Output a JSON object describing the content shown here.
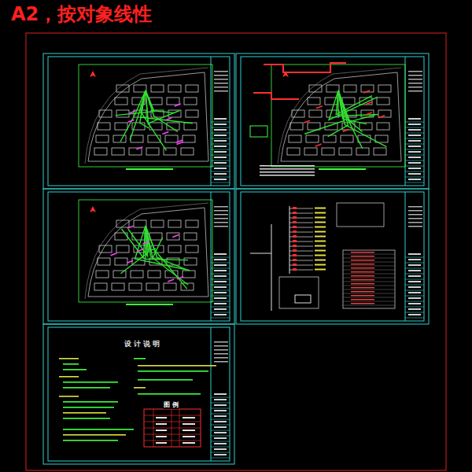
{
  "diagram": {
    "title": "A2，按对象线性",
    "labels": [
      "设 计 说 明",
      "图 例"
    ]
  }
}
